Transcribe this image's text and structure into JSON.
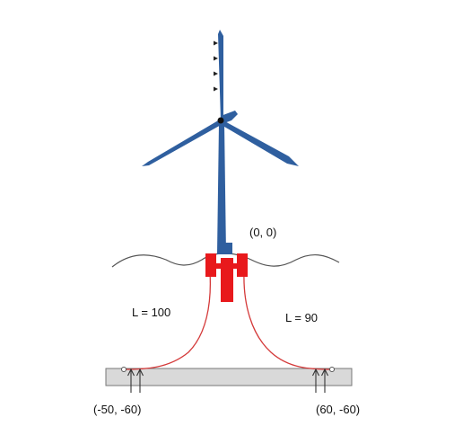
{
  "labels": {
    "origin": "(0, 0)",
    "left_line_length": "L = 100",
    "right_line_length": "L = 90",
    "left_anchor": "(-50, -60)",
    "right_anchor": "(60, -60)"
  },
  "colors": {
    "turbine": "#2f5f9f",
    "platform": "#e8191c",
    "mooring_line": "#d43a3a",
    "water_line": "#555555",
    "seabed_fill": "#d9d9d9",
    "seabed_stroke": "#777777"
  },
  "icons": {
    "wind_arrows": "wind-arrow-icon",
    "anchor_arrows": "up-arrow-icon"
  }
}
